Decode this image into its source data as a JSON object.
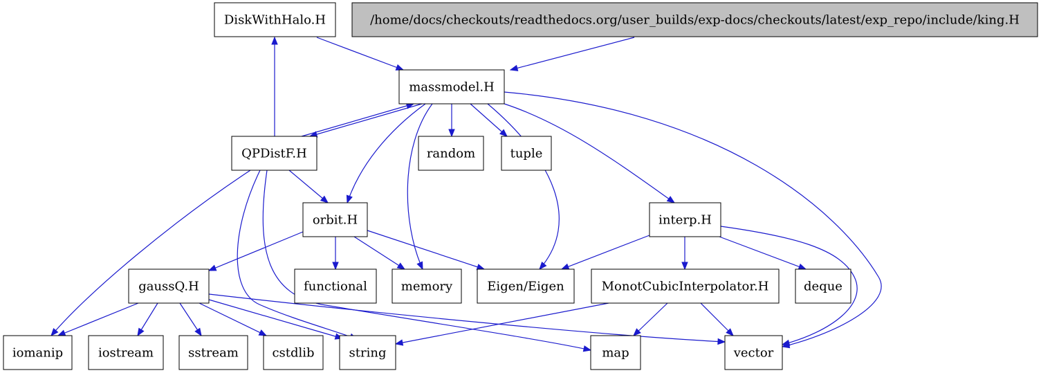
{
  "diagram": {
    "nodes": [
      {
        "id": "king",
        "label": "/home/docs/checkouts/readthedocs.org/user_builds/exp-docs/checkouts/latest/exp_repo/include/king.H",
        "root": true
      },
      {
        "id": "diskwithhalo",
        "label": "DiskWithHalo.H"
      },
      {
        "id": "massmodel",
        "label": "massmodel.H"
      },
      {
        "id": "qpdistf",
        "label": "QPDistF.H"
      },
      {
        "id": "random",
        "label": "random"
      },
      {
        "id": "tuple",
        "label": "tuple"
      },
      {
        "id": "orbit",
        "label": "orbit.H"
      },
      {
        "id": "interp",
        "label": "interp.H"
      },
      {
        "id": "gaussq",
        "label": "gaussQ.H"
      },
      {
        "id": "functional",
        "label": "functional"
      },
      {
        "id": "memory",
        "label": "memory"
      },
      {
        "id": "eigen",
        "label": "Eigen/Eigen"
      },
      {
        "id": "monot",
        "label": "MonotCubicInterpolator.H"
      },
      {
        "id": "deque",
        "label": "deque"
      },
      {
        "id": "iomanip",
        "label": "iomanip"
      },
      {
        "id": "iostream",
        "label": "iostream"
      },
      {
        "id": "sstream",
        "label": "sstream"
      },
      {
        "id": "cstdlib",
        "label": "cstdlib"
      },
      {
        "id": "string",
        "label": "string"
      },
      {
        "id": "map",
        "label": "map"
      },
      {
        "id": "vector",
        "label": "vector"
      }
    ],
    "edges": [
      {
        "from": "king",
        "to": "massmodel"
      },
      {
        "from": "diskwithhalo",
        "to": "massmodel"
      },
      {
        "from": "qpdistf",
        "to": "diskwithhalo"
      },
      {
        "from": "massmodel",
        "to": "qpdistf"
      },
      {
        "from": "qpdistf",
        "to": "massmodel"
      },
      {
        "from": "massmodel",
        "to": "random"
      },
      {
        "from": "massmodel",
        "to": "tuple"
      },
      {
        "from": "massmodel",
        "to": "orbit"
      },
      {
        "from": "massmodel",
        "to": "memory"
      },
      {
        "from": "massmodel",
        "to": "eigen"
      },
      {
        "from": "massmodel",
        "to": "interp"
      },
      {
        "from": "massmodel",
        "to": "vector"
      },
      {
        "from": "qpdistf",
        "to": "orbit"
      },
      {
        "from": "qpdistf",
        "to": "iomanip"
      },
      {
        "from": "qpdistf",
        "to": "string"
      },
      {
        "from": "qpdistf",
        "to": "map"
      },
      {
        "from": "orbit",
        "to": "gaussq"
      },
      {
        "from": "orbit",
        "to": "functional"
      },
      {
        "from": "orbit",
        "to": "memory"
      },
      {
        "from": "orbit",
        "to": "eigen"
      },
      {
        "from": "interp",
        "to": "eigen"
      },
      {
        "from": "interp",
        "to": "monot"
      },
      {
        "from": "interp",
        "to": "deque"
      },
      {
        "from": "interp",
        "to": "vector"
      },
      {
        "from": "gaussq",
        "to": "iomanip"
      },
      {
        "from": "gaussq",
        "to": "iostream"
      },
      {
        "from": "gaussq",
        "to": "sstream"
      },
      {
        "from": "gaussq",
        "to": "cstdlib"
      },
      {
        "from": "gaussq",
        "to": "string"
      },
      {
        "from": "gaussq",
        "to": "vector"
      },
      {
        "from": "monot",
        "to": "string"
      },
      {
        "from": "monot",
        "to": "map"
      },
      {
        "from": "monot",
        "to": "vector"
      }
    ]
  }
}
